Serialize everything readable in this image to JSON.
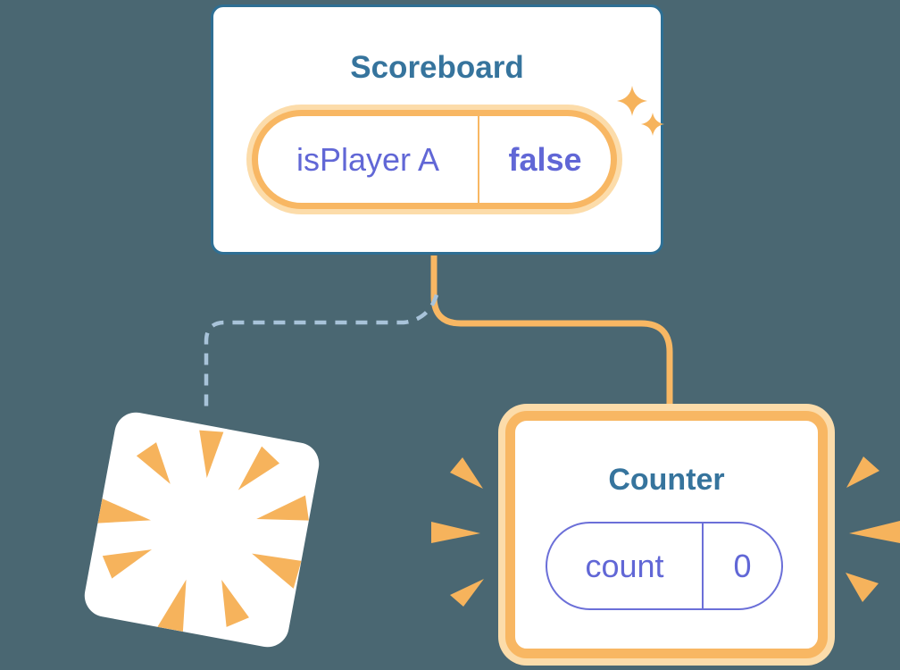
{
  "canvas": {
    "background_color": "#4a6772"
  },
  "colors": {
    "card_border_blue": "#2e6f94",
    "component_title_teal": "#36749d",
    "highlight_orange": "#f8b763",
    "highlight_orange_pale": "#fcdcaa",
    "state_text_purple": "#6167d6",
    "state_border_purple": "#6b6fd8",
    "dashed_connector_blue": "#a8c3d9",
    "burst_orange": "#f6b35c"
  },
  "scoreboard_card": {
    "title": "Scoreboard",
    "state_pill": {
      "name": "isPlayer A",
      "value": "false"
    }
  },
  "counter_card": {
    "title": "Counter",
    "state_pill": {
      "name": "count",
      "value": "0"
    }
  }
}
